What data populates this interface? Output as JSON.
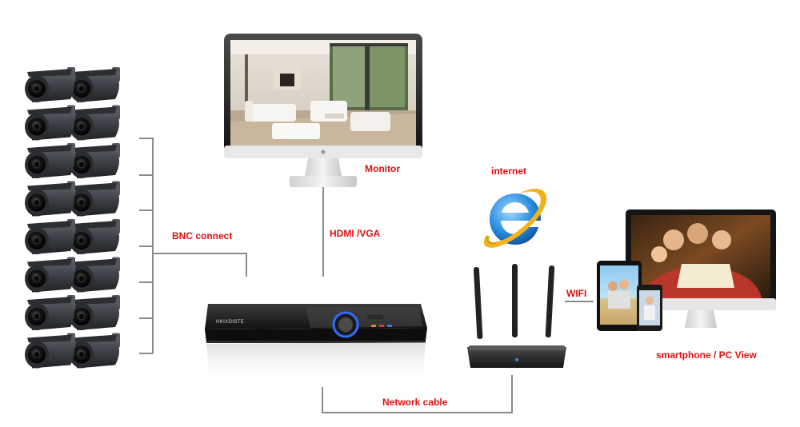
{
  "labels": {
    "monitor": "Monitor",
    "internet": "internet",
    "bnc": "BNC connect",
    "hdmi": "HDMI /VGA",
    "wifi": "WIFI",
    "network": "Network cable",
    "view": "smartphone / PC View"
  },
  "dvr": {
    "brand": "HKIXDISTE"
  },
  "colors": {
    "label": "#e01010",
    "connector": "#8a8a8a",
    "camera_body": "#3a3d42",
    "ie_blue": "#2a8fe0",
    "dvr_ring": "#2f6bff"
  },
  "cameras": {
    "rows": 8,
    "per_row": 2
  }
}
